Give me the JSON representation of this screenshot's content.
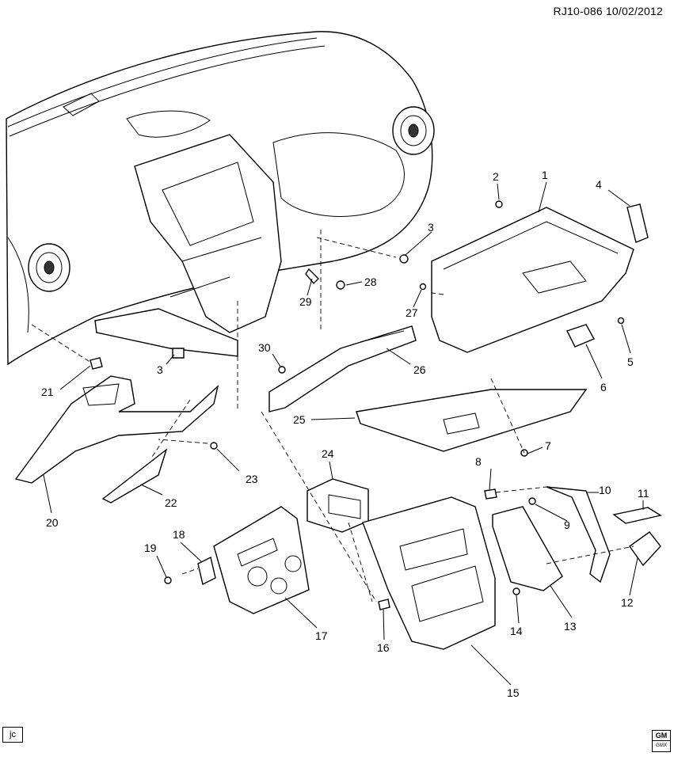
{
  "header": {
    "ref": "RJ10-086 10/02/2012"
  },
  "footer": {
    "initials": "jc",
    "logo": "GM",
    "logo_sub": "GMX"
  },
  "callouts": [
    {
      "label": "1"
    },
    {
      "label": "2"
    },
    {
      "label": "3"
    },
    {
      "label": "3"
    },
    {
      "label": "4"
    },
    {
      "label": "5"
    },
    {
      "label": "6"
    },
    {
      "label": "7"
    },
    {
      "label": "8"
    },
    {
      "label": "9"
    },
    {
      "label": "10"
    },
    {
      "label": "11"
    },
    {
      "label": "12"
    },
    {
      "label": "13"
    },
    {
      "label": "14"
    },
    {
      "label": "15"
    },
    {
      "label": "16"
    },
    {
      "label": "17"
    },
    {
      "label": "18"
    },
    {
      "label": "19"
    },
    {
      "label": "20"
    },
    {
      "label": "21"
    },
    {
      "label": "22"
    },
    {
      "label": "23"
    },
    {
      "label": "24"
    },
    {
      "label": "25"
    },
    {
      "label": "26"
    },
    {
      "label": "27"
    },
    {
      "label": "28"
    },
    {
      "label": "29"
    },
    {
      "label": "30"
    }
  ]
}
